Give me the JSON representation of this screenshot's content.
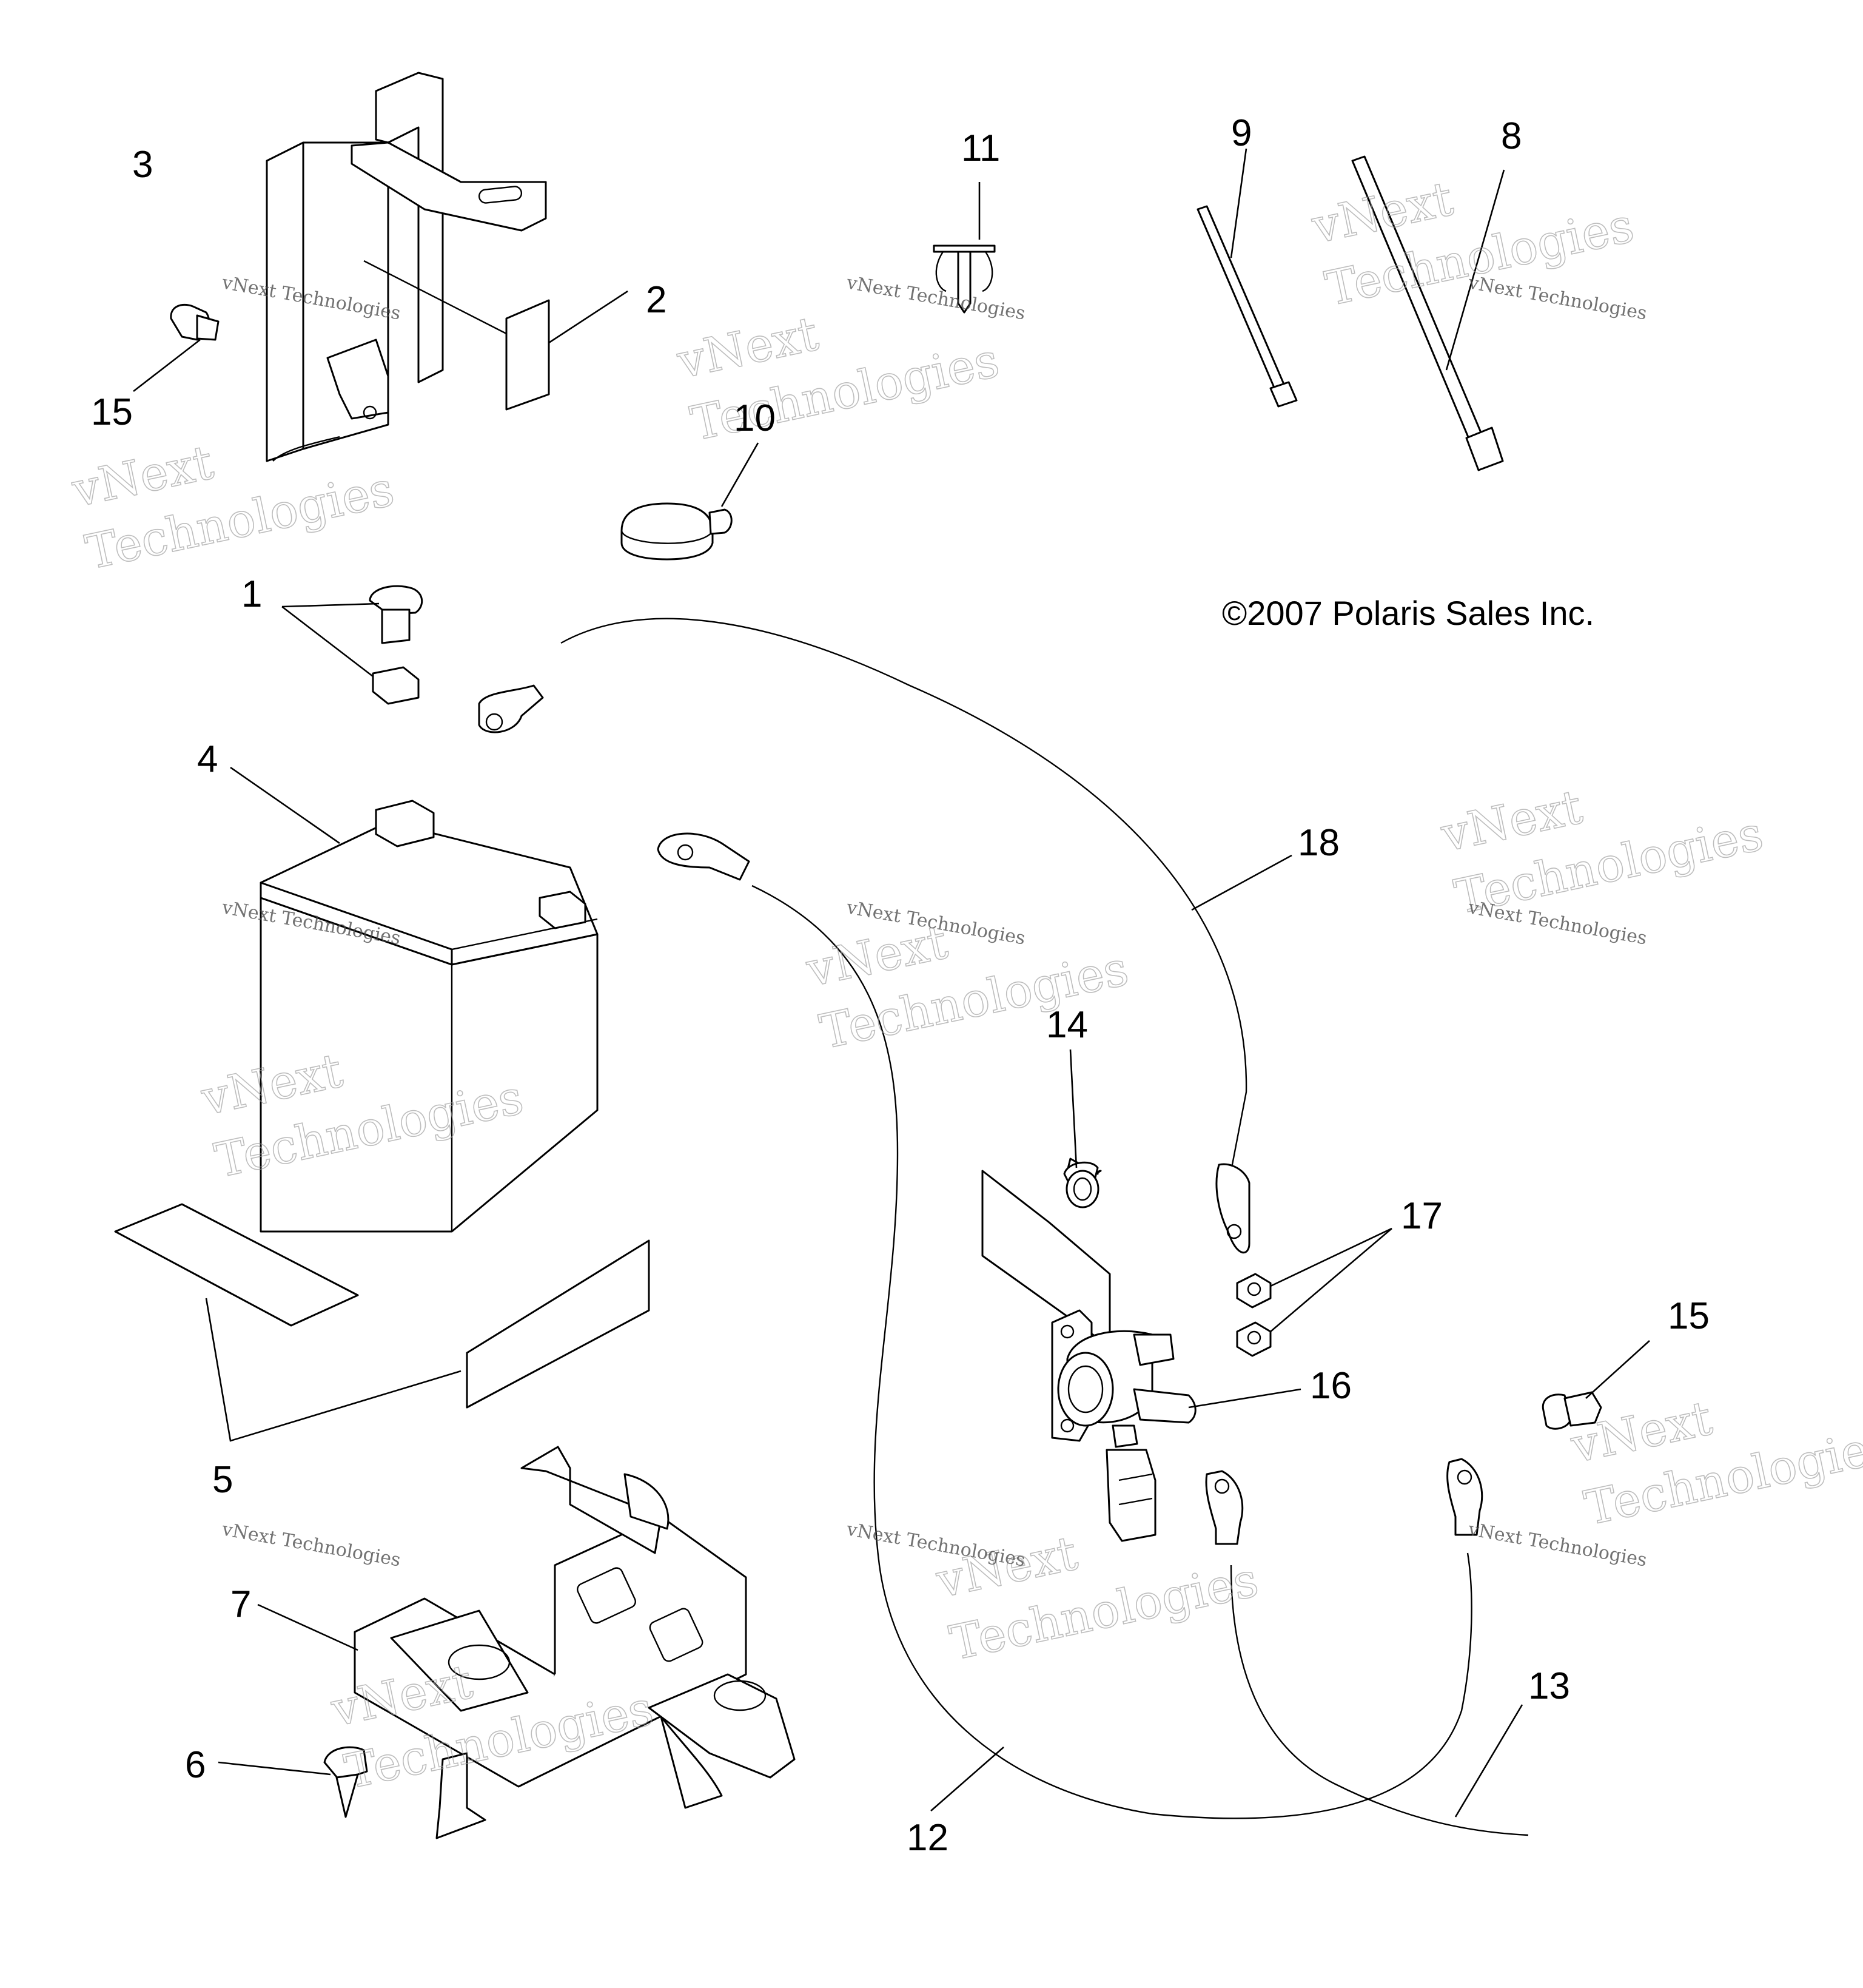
{
  "copyright": "©2007 Polaris Sales Inc.",
  "watermark": {
    "line1": "vNext",
    "line2": "Technologies",
    "line3": "vNext Technologies"
  },
  "callouts": {
    "c1": "1",
    "c2": "2",
    "c3": "3",
    "c4": "4",
    "c5": "5",
    "c6": "6",
    "c7": "7",
    "c8": "8",
    "c9": "9",
    "c10": "10",
    "c11": "11",
    "c12": "12",
    "c13": "13",
    "c14": "14",
    "c15a": "15",
    "c15b": "15",
    "c16": "16",
    "c17": "17",
    "c18": "18"
  }
}
